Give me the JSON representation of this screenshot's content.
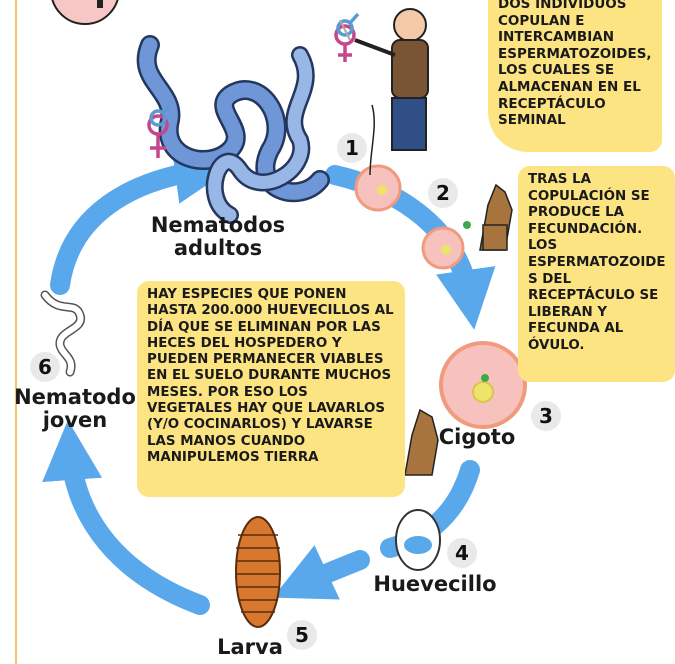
{
  "stages": {
    "adults": "Nematodos adultos",
    "zygote": "Cigoto",
    "egg": "Huevecillo",
    "larva": "Larva",
    "young": "Nematodo joven"
  },
  "numbers": {
    "n1": "1",
    "n2": "2",
    "n3": "3",
    "n4": "4",
    "n5": "5",
    "n6": "6"
  },
  "notes": {
    "copulation": "DOS INDIVIDUOS COPULAN E INTERCAMBIAN ESPERMATOZOIDES, LOS CUALES SE ALMACENAN EN EL RECEPTÁCULO SEMINAL",
    "fertilization": "TRAS LA COPULACIÓN SE PRODUCE LA FECUNDACIÓN. LOS ESPERMATOZOIDE S DEL RECEPTÁCULO SE LIBERAN Y FECUNDA AL ÓVULO.",
    "eggs": "HAY ESPECIES QUE PONEN HASTA 200.000 HUEVECILLOS AL DÍA QUE SE ELIMINAN POR LAS HECES DEL HOSPEDERO Y PUEDEN PERMANECER VIABLES EN EL SUELO DURANTE MUCHOS MESES. POR ESO LOS VEGETALES HAY QUE LAVARLOS (Y/O COCINARLOS) Y LAVARSE LAS MANOS CUANDO MANIPULEMOS TIERRA"
  },
  "colors": {
    "arrow": "#5aa8ec",
    "note": "#fde483",
    "worm": "#6f97d8",
    "larva": "#d8772e",
    "cell": "#f7c2bd"
  }
}
